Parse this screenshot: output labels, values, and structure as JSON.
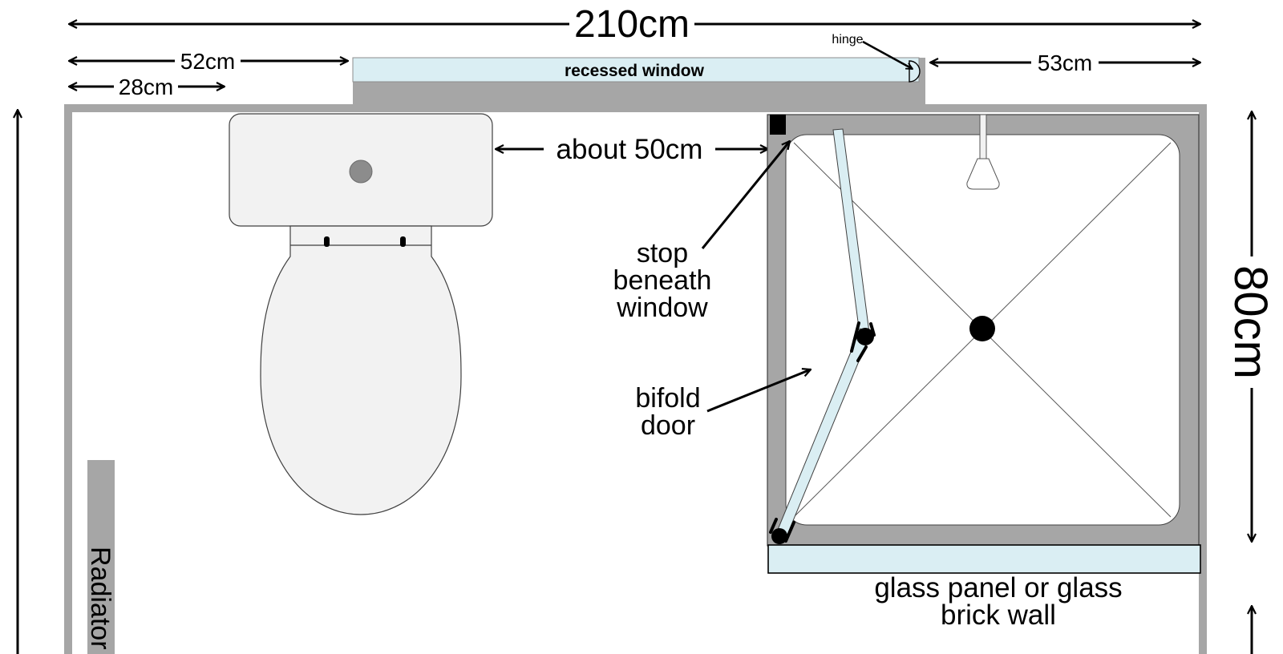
{
  "dimensions": {
    "total_width": "210cm",
    "left_to_window": "52cm",
    "left_to_toilet": "28cm",
    "window_to_right": "53cm",
    "toilet_to_stop": "about 50cm",
    "shower_depth": "80cm"
  },
  "labels": {
    "window": "recessed window",
    "hinge": "hinge",
    "stop_line1": "stop",
    "stop_line2": "beneath",
    "stop_line3": "window",
    "door_line1": "bifold",
    "door_line2": "door",
    "glass_line1": "glass panel or glass",
    "glass_line2": "brick wall",
    "radiator": "Radiator"
  },
  "colors": {
    "wall": "#a6a6a6",
    "glass": "#daeef3",
    "fixture": "#f2f2f2",
    "ink": "#000000"
  }
}
